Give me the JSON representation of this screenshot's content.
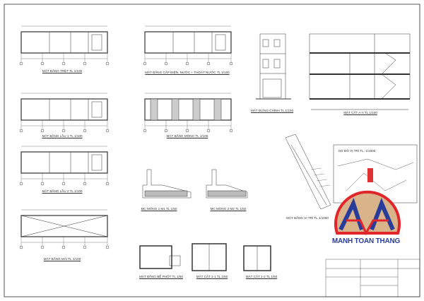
{
  "sheet": {
    "labels": {
      "ground_floor": "MẶT BẰNG TRỆT TL 1/100",
      "electrical": "MẶT BẰNG CẤP ĐIỆN, NƯỚC + THOÁT NƯỚC TL 1/100",
      "front_elevation": "MẶT ĐỨNG CHÍNH TL 1/100",
      "section_aa": "MẶT CẮT A-A TL 1/100",
      "floor1": "MẶT BẰNG LẦU 1 TL 1/100",
      "foundation": "MẶT BẰNG MÓNG TL 1/100",
      "floor2": "MẶT BẰNG LẦU 2 TL 1/100",
      "roof": "MẶT BẰNG MÁI TL 1/100",
      "footing1": "MC MÓNG 1 M1 TL 1/50",
      "footing2": "MC MÓNG 2 M2 TL 1/50",
      "site_plan": "MẶT BẰNG VỊ TRÍ TL 1/1000",
      "location_map": "SƠ ĐỒ VỊ TRÍ TL: 1/1000",
      "septic_plan": "MẶT BẰNG BỂ PHỐT TL 1/50",
      "section_11": "MẶT CẮT 1-1 TL 1/50",
      "section_22": "MẶT CẮT 2-2 TL 1/50"
    },
    "logo": {
      "text": "MANH TOAN THANG",
      "colors": {
        "ring": "#e0262b",
        "fill": "#d9b48a",
        "letters": "#2a3c9a"
      }
    }
  }
}
